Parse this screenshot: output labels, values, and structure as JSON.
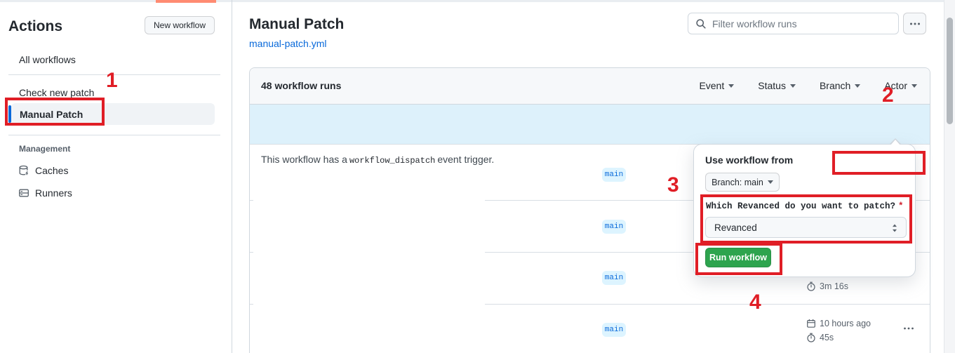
{
  "colors": {
    "accent_blue": "#0969da",
    "annotation_red": "#e01e26",
    "success_green": "#2da44e",
    "banner_blue": "#ddf1fb",
    "branch_badge_bg": "#ddf4ff",
    "top_accent": "#ff8b72"
  },
  "sidebar": {
    "title": "Actions",
    "new_workflow_button": "New workflow",
    "items": [
      {
        "label": "All workflows"
      },
      {
        "label": "Check new patch"
      },
      {
        "label": "Manual Patch"
      }
    ],
    "management_header": "Management",
    "management_items": [
      {
        "label": "Caches"
      },
      {
        "label": "Runners"
      }
    ]
  },
  "header": {
    "title": "Manual Patch",
    "workflow_file": "manual-patch.yml",
    "search_placeholder": "Filter workflow runs"
  },
  "runs": {
    "count_label": "48 workflow runs",
    "filters": [
      {
        "label": "Event"
      },
      {
        "label": "Status"
      },
      {
        "label": "Branch"
      },
      {
        "label": "Actor"
      }
    ],
    "banner": {
      "text_before": "This workflow has a",
      "code": "workflow_dispatch",
      "text_after": "event trigger.",
      "run_workflow_button": "Run workflow"
    },
    "rows": [
      {
        "branch": "main"
      },
      {
        "branch": "main"
      },
      {
        "branch": "main",
        "duration": "3m 16s"
      },
      {
        "branch": "main",
        "started": "10 hours ago",
        "duration": "45s"
      }
    ]
  },
  "run_dialog": {
    "heading": "Use workflow from",
    "branch_selector": "Branch: main",
    "input_label": "Which Revanced do you want to patch?",
    "required_marker": "*",
    "input_value": "Revanced",
    "run_button": "Run workflow"
  },
  "annotations": {
    "step1": "1",
    "step2": "2",
    "step3": "3",
    "step4": "4"
  }
}
